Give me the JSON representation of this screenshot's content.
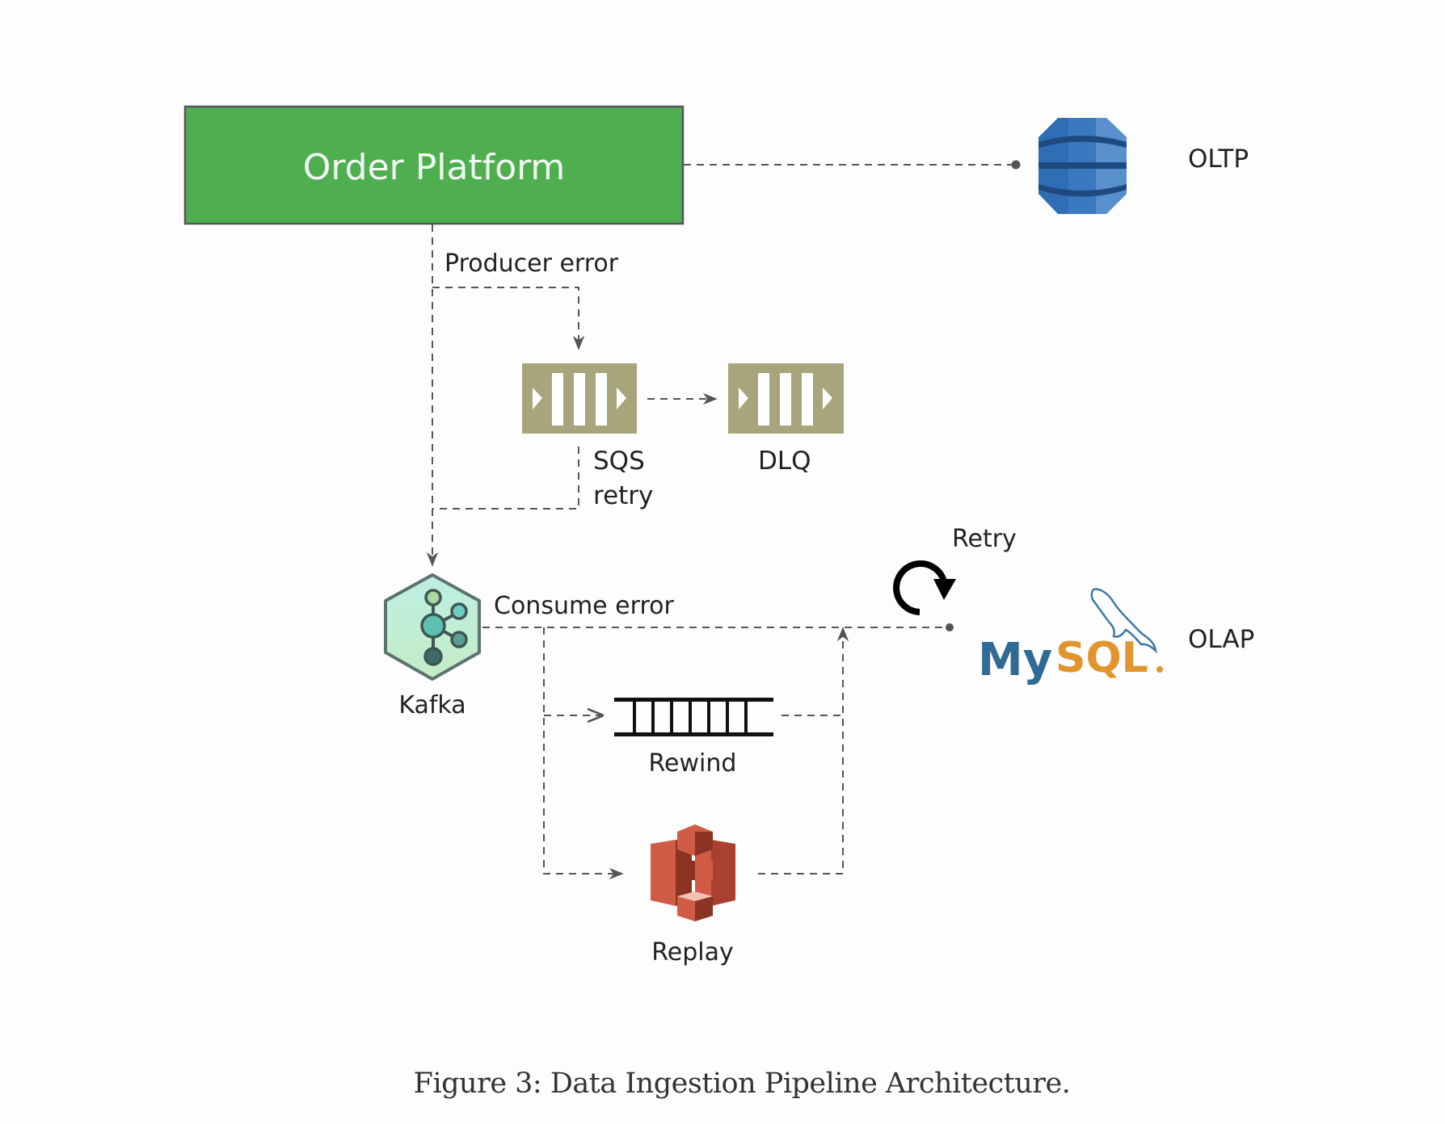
{
  "figure": {
    "caption": "Figure 3: Data Ingestion Pipeline Architecture."
  },
  "nodes": {
    "order_platform": {
      "label": "Order Platform",
      "color": "#4fae50"
    },
    "oltp": {
      "label": "OLTP",
      "icon": "dynamodb-database-icon",
      "color": "#2e6db4"
    },
    "sqs": {
      "label_line1": "SQS",
      "label_line2": "retry",
      "icon": "sqs-queue-icon",
      "color": "#a8a57c"
    },
    "dlq": {
      "label": "DLQ",
      "icon": "sqs-queue-icon",
      "color": "#a8a57c"
    },
    "kafka": {
      "label": "Kafka",
      "icon": "kafka-hexagon-icon"
    },
    "rewind": {
      "label": "Rewind",
      "icon": "ladder-icon"
    },
    "replay": {
      "label": "Replay",
      "icon": "s3-bucket-icon",
      "color": "#d05c45"
    },
    "retry": {
      "label": "Retry",
      "icon": "retry-arrow-icon"
    },
    "mysql": {
      "label": "OLAP",
      "logo_my": "My",
      "logo_sql": "SQL",
      "logo_my_color": "#2f6b94",
      "logo_sql_color": "#e0952d"
    }
  },
  "edges": {
    "producer_error": "Producer error",
    "consume_error": "Consume error"
  }
}
